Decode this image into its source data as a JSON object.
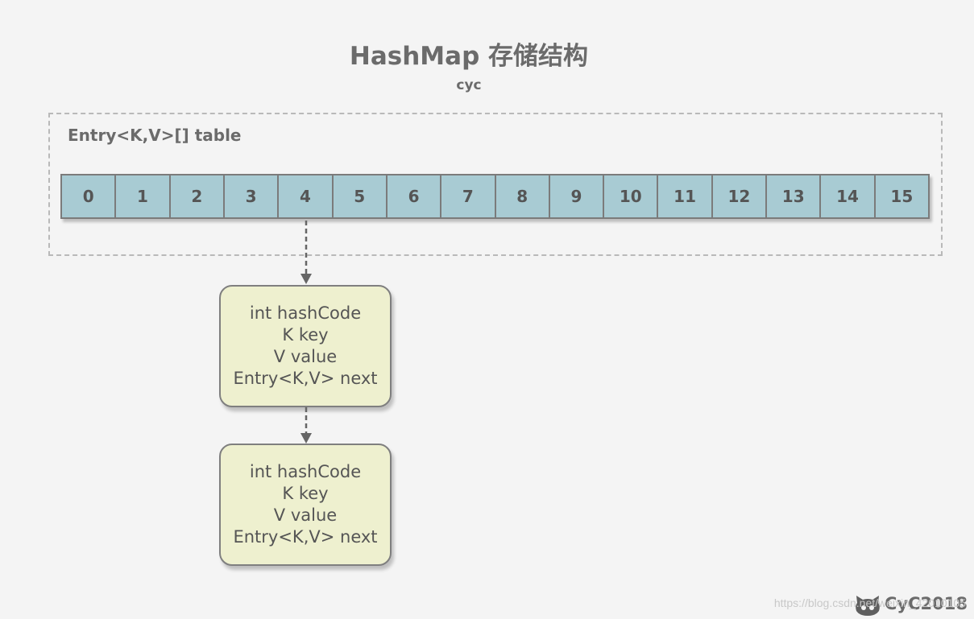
{
  "title": "HashMap 存储结构",
  "subtitle": "cyc",
  "table": {
    "label": "Entry<K,V>[] table",
    "indices": [
      "0",
      "1",
      "2",
      "3",
      "4",
      "5",
      "6",
      "7",
      "8",
      "9",
      "10",
      "11",
      "12",
      "13",
      "14",
      "15"
    ]
  },
  "nodes": [
    {
      "fields": [
        "int hashCode",
        "K key",
        "V value",
        "Entry<K,V> next"
      ]
    },
    {
      "fields": [
        "int hashCode",
        "K key",
        "V value",
        "Entry<K,V> next"
      ]
    }
  ],
  "colors": {
    "background": "#f4f4f4",
    "cell_fill": "#a8cbd3",
    "node_fill": "#eef0cf",
    "border": "#7b7b7b",
    "text": "#6b6b6b"
  },
  "watermark": {
    "brand": "CyC2018",
    "url": "https://blog.csdn.net/weixin_42010105",
    "logo_icon": "octocat-icon"
  }
}
